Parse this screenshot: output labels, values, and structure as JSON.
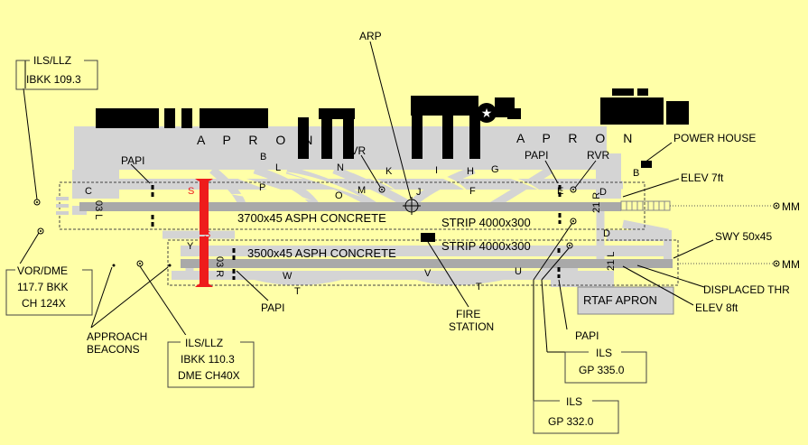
{
  "runways": {
    "left": {
      "surface": "3700x45 ASPH CONCRETE",
      "strip": "STRIP 4000x300",
      "end_west": "03 L",
      "end_east": "21 R"
    },
    "right": {
      "surface": "3500x45 ASPH CONCRETE",
      "strip": "STRIP 4000x300",
      "end_west": "03 R",
      "end_east": "21 L"
    }
  },
  "apron_labels": [
    "A P R O N",
    "A P R O N"
  ],
  "taxiways": [
    "B",
    "L",
    "N",
    "K",
    "I",
    "H",
    "G",
    "P",
    "M",
    "J",
    "F",
    "O",
    "C",
    "E",
    "D",
    "D",
    "Y",
    "W",
    "V",
    "U",
    "T",
    "T",
    "B"
  ],
  "red_taxiways": [
    "S",
    "S"
  ],
  "callouts": {
    "arp": "ARP",
    "rvr": "RVR",
    "papi": "PAPI",
    "power_house": "POWER HOUSE",
    "elev_7": "ELEV 7ft",
    "elev_8": "ELEV 8ft",
    "swy": "SWY 50x45",
    "displaced_thr": "DISPLACED THR",
    "rtaf_apron": "RTAF APRON",
    "fire_station": [
      "FIRE",
      "STATION"
    ],
    "approach_beacons": [
      "APPROACH",
      "BEACONS"
    ],
    "mm": "MM"
  },
  "nav_boxes": {
    "ils_llz_1": [
      "ILS/LLZ",
      "IBKK 109.3"
    ],
    "vor_dme": [
      "VOR/DME",
      "117.7 BKK",
      "CH 124X"
    ],
    "ils_llz_2": [
      "ILS/LLZ",
      "IBKK 110.3",
      "DME CH40X"
    ],
    "ils_gp_1": [
      "ILS",
      "GP 335.0"
    ],
    "ils_gp_2": [
      "ILS",
      "GP 332.0"
    ]
  },
  "colors": {
    "background": "#ffffa8",
    "pavement": "#d4d4d4",
    "runway": "#a9a9a9",
    "taxiway_s": "#ee1c1c",
    "building": "#000000"
  }
}
